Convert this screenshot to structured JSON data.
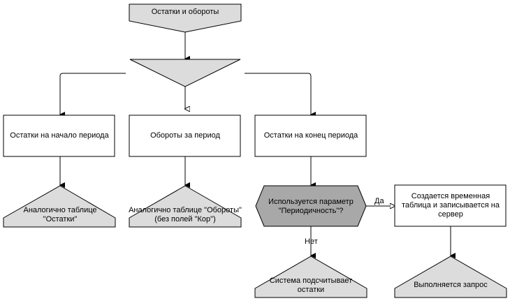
{
  "diagram": {
    "start": {
      "label": "Остатки и обороты"
    },
    "split": {
      "label": ""
    },
    "boxes": {
      "begin": {
        "label": "Остатки на начало периода"
      },
      "turnover": {
        "label": "Обороты за период"
      },
      "end": {
        "label": "Остатки на конец периода"
      },
      "temp_table": {
        "label": "Создается временная таблица и записывается на сервер"
      }
    },
    "decision": {
      "label": "Используется параметр \"Периодичность\"?"
    },
    "edges": {
      "yes": "Да",
      "no": "Нет"
    },
    "results": {
      "begin": {
        "label": "Аналогично таблице \"Остатки\""
      },
      "turnover": {
        "label": "Аналогично таблице \"Обороты\" (без полей \"Кор\")"
      },
      "system": {
        "label": "Система подсчитывает остатки"
      },
      "query": {
        "label": "Выполняется запрос"
      }
    },
    "colors": {
      "shape_fill": "#dcdcdc",
      "decision_fill": "#a8a8a8",
      "box_fill": "#ffffff",
      "stroke": "#000000"
    }
  }
}
